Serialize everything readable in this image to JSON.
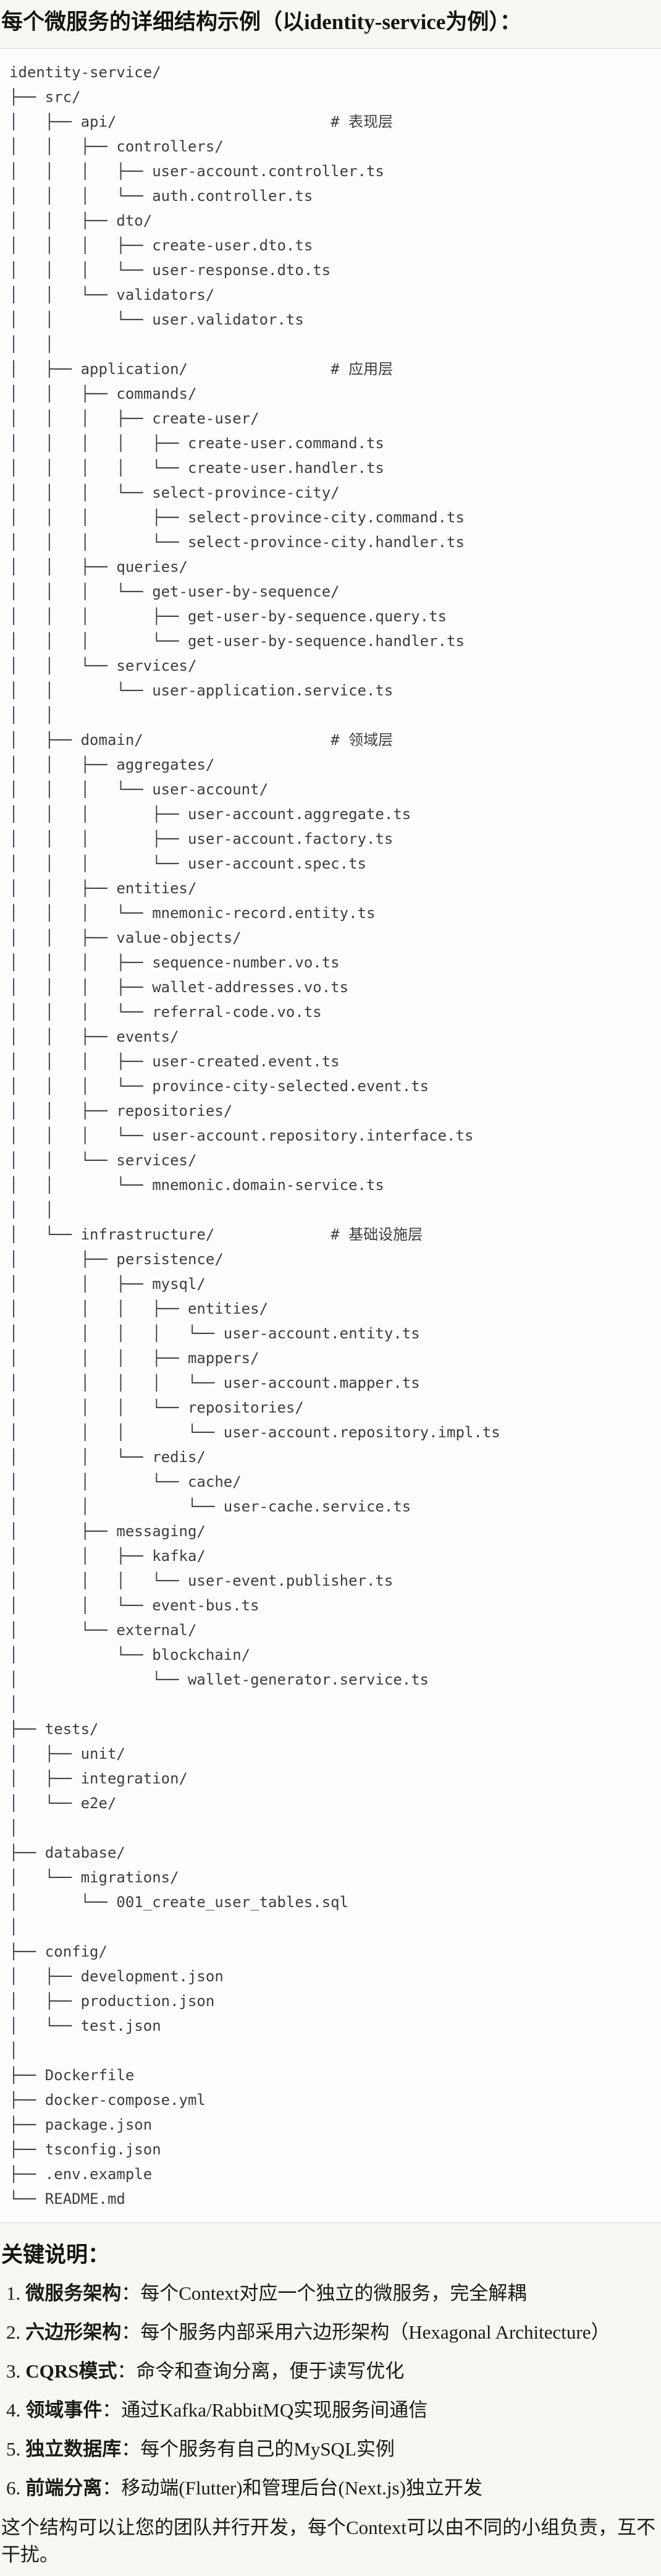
{
  "title": "每个微服务的详细结构示例（以identity-service为例）：",
  "tree_lines": [
    "identity-service/",
    "├── src/",
    "│   ├── api/                        # 表现层",
    "│   │   ├── controllers/",
    "│   │   │   ├── user-account.controller.ts",
    "│   │   │   └── auth.controller.ts",
    "│   │   ├── dto/",
    "│   │   │   ├── create-user.dto.ts",
    "│   │   │   └── user-response.dto.ts",
    "│   │   └── validators/",
    "│   │       └── user.validator.ts",
    "│   │",
    "│   ├── application/                # 应用层",
    "│   │   ├── commands/",
    "│   │   │   ├── create-user/",
    "│   │   │   │   ├── create-user.command.ts",
    "│   │   │   │   └── create-user.handler.ts",
    "│   │   │   └── select-province-city/",
    "│   │   │       ├── select-province-city.command.ts",
    "│   │   │       └── select-province-city.handler.ts",
    "│   │   ├── queries/",
    "│   │   │   └── get-user-by-sequence/",
    "│   │   │       ├── get-user-by-sequence.query.ts",
    "│   │   │       └── get-user-by-sequence.handler.ts",
    "│   │   └── services/",
    "│   │       └── user-application.service.ts",
    "│   │",
    "│   ├── domain/                     # 领域层",
    "│   │   ├── aggregates/",
    "│   │   │   └── user-account/",
    "│   │   │       ├── user-account.aggregate.ts",
    "│   │   │       ├── user-account.factory.ts",
    "│   │   │       └── user-account.spec.ts",
    "│   │   ├── entities/",
    "│   │   │   └── mnemonic-record.entity.ts",
    "│   │   ├── value-objects/",
    "│   │   │   ├── sequence-number.vo.ts",
    "│   │   │   ├── wallet-addresses.vo.ts",
    "│   │   │   └── referral-code.vo.ts",
    "│   │   ├── events/",
    "│   │   │   ├── user-created.event.ts",
    "│   │   │   └── province-city-selected.event.ts",
    "│   │   ├── repositories/",
    "│   │   │   └── user-account.repository.interface.ts",
    "│   │   └── services/",
    "│   │       └── mnemonic.domain-service.ts",
    "│   │",
    "│   └── infrastructure/             # 基础设施层",
    "│       ├── persistence/",
    "│       │   ├── mysql/",
    "│       │   │   ├── entities/",
    "│       │   │   │   └── user-account.entity.ts",
    "│       │   │   ├── mappers/",
    "│       │   │   │   └── user-account.mapper.ts",
    "│       │   │   └── repositories/",
    "│       │   │       └── user-account.repository.impl.ts",
    "│       │   └── redis/",
    "│       │       └── cache/",
    "│       │           └── user-cache.service.ts",
    "│       ├── messaging/",
    "│       │   ├── kafka/",
    "│       │   │   └── user-event.publisher.ts",
    "│       │   └── event-bus.ts",
    "│       └── external/",
    "│           └── blockchain/",
    "│               └── wallet-generator.service.ts",
    "│",
    "├── tests/",
    "│   ├── unit/",
    "│   ├── integration/",
    "│   └── e2e/",
    "│",
    "├── database/",
    "│   └── migrations/",
    "│       └── 001_create_user_tables.sql",
    "│",
    "├── config/",
    "│   ├── development.json",
    "│   ├── production.json",
    "│   └── test.json",
    "│",
    "├── Dockerfile",
    "├── docker-compose.yml",
    "├── package.json",
    "├── tsconfig.json",
    "├── .env.example",
    "└── README.md"
  ],
  "notes": {
    "heading": "关键说明：",
    "items": [
      {
        "num": "1.",
        "label": "微服务架构",
        "text": "：每个Context对应一个独立的微服务，完全解耦"
      },
      {
        "num": "2.",
        "label": "六边形架构",
        "text": "：每个服务内部采用六边形架构（Hexagonal Architecture）"
      },
      {
        "num": "3.",
        "label": "CQRS模式",
        "text": "：命令和查询分离，便于读写优化"
      },
      {
        "num": "4.",
        "label": "领域事件",
        "text": "：通过Kafka/RabbitMQ实现服务间通信"
      },
      {
        "num": "5.",
        "label": "独立数据库",
        "text": "：每个服务有自己的MySQL实例"
      },
      {
        "num": "6.",
        "label": "前端分离",
        "text": "：移动端(Flutter)和管理后台(Next.js)独立开发"
      }
    ],
    "footer": "这个结构可以让您的团队并行开发，每个Context可以由不同的小组负责，互不干扰。"
  },
  "colors": {
    "page_bg": "#f9f7f1",
    "code_bg": "#fdfdfb",
    "code_border": "#d9d7d2",
    "code_text": "#3a3e42",
    "text": "#1b1a16"
  }
}
